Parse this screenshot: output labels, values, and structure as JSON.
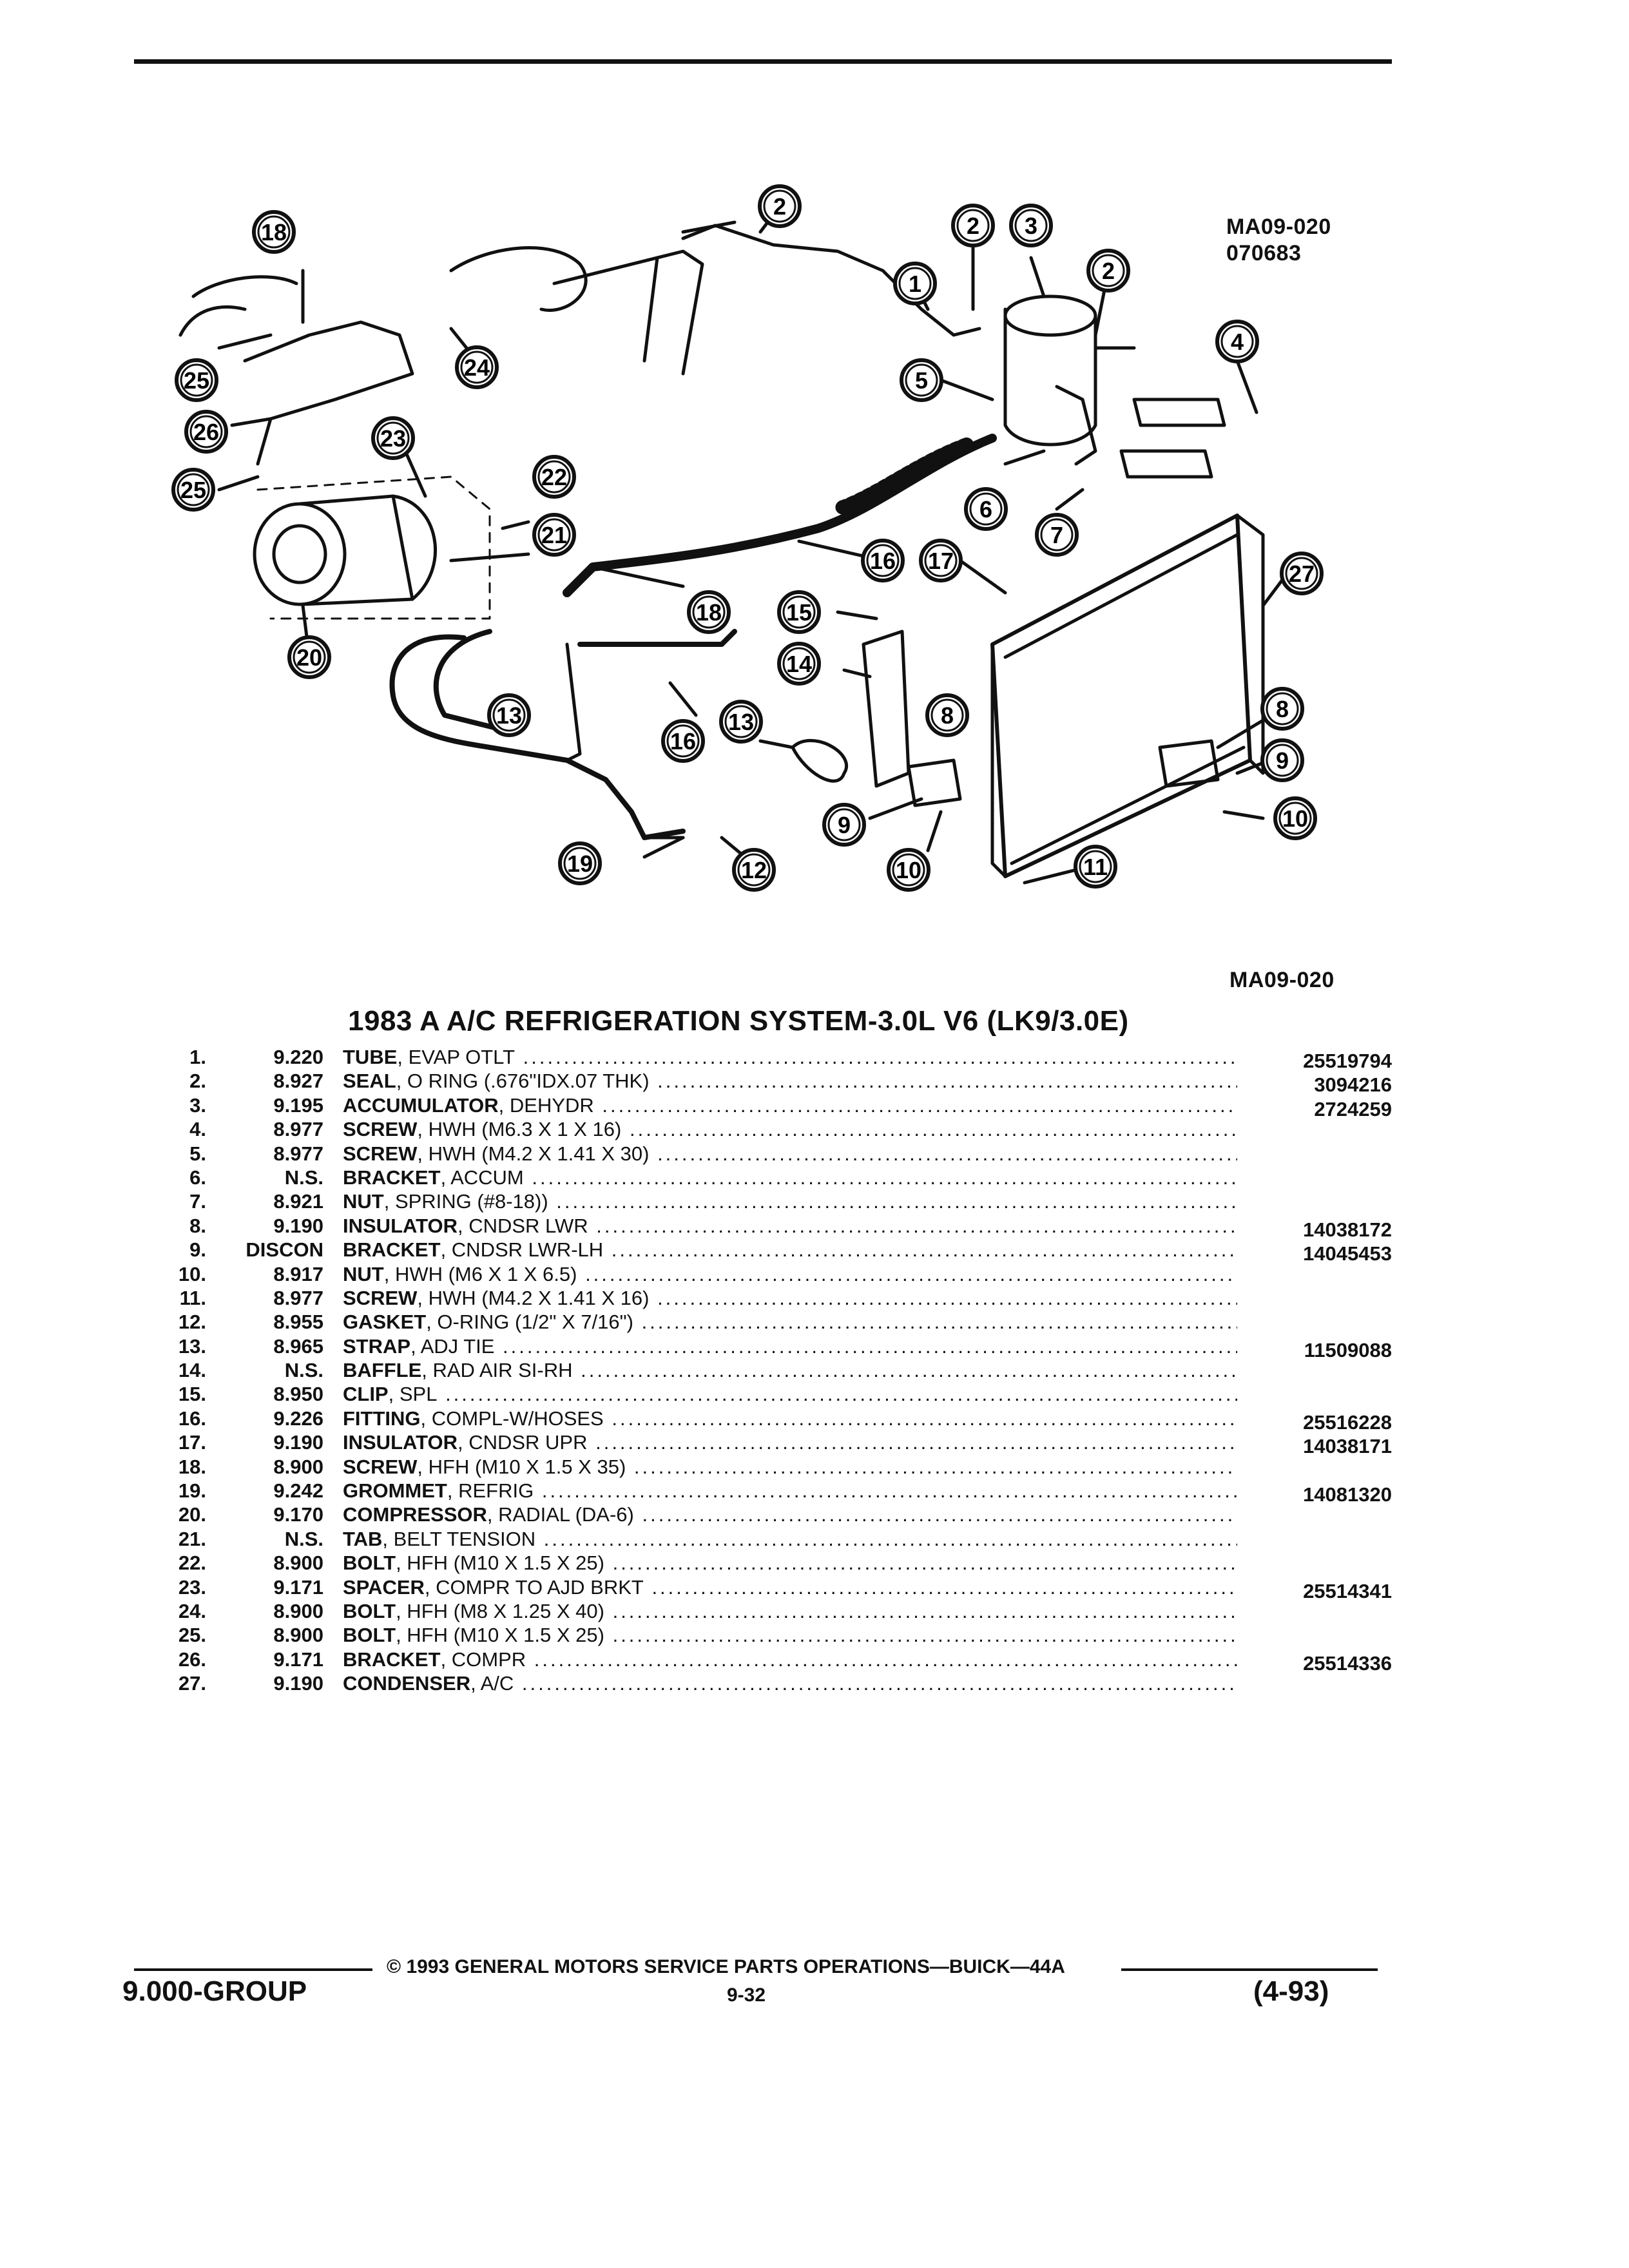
{
  "figure": {
    "code_top": "MA09-020",
    "code_date": "070683",
    "code_bottom": "MA09-020",
    "callouts": {
      "c1": "1",
      "c2a": "2",
      "c2b": "2",
      "c2c": "2",
      "c3": "3",
      "c4": "4",
      "c5": "5",
      "c6": "6",
      "c7": "7",
      "c8a": "8",
      "c8b": "8",
      "c9a": "9",
      "c9b": "9",
      "c10a": "10",
      "c10b": "10",
      "c11": "11",
      "c12": "12",
      "c13a": "13",
      "c13b": "13",
      "c14": "14",
      "c15": "15",
      "c16a": "16",
      "c16b": "16",
      "c17": "17",
      "c18a": "18",
      "c18b": "18",
      "c19": "19",
      "c20": "20",
      "c21": "21",
      "c22": "22",
      "c23": "23",
      "c24": "24",
      "c25a": "25",
      "c25b": "25",
      "c26": "26",
      "c27": "27"
    }
  },
  "table": {
    "title": "1983 A A/C REFRIGERATION SYSTEM-3.0L V6 (LK9/3.0E)",
    "rows": [
      {
        "no": "1.",
        "grp": "9.220",
        "name": "TUBE",
        "spec": ", EVAP OTLT",
        "pn": "25519794"
      },
      {
        "no": "2.",
        "grp": "8.927",
        "name": "SEAL",
        "spec": ", O RING (.676\"IDX.07 THK)",
        "pn": "3094216"
      },
      {
        "no": "3.",
        "grp": "9.195",
        "name": "ACCUMULATOR",
        "spec": ", DEHYDR",
        "pn": "2724259"
      },
      {
        "no": "4.",
        "grp": "8.977",
        "name": "SCREW",
        "spec": ", HWH (M6.3 X 1 X 16)",
        "pn": ""
      },
      {
        "no": "5.",
        "grp": "8.977",
        "name": "SCREW",
        "spec": ", HWH (M4.2 X 1.41 X 30)",
        "pn": ""
      },
      {
        "no": "6.",
        "grp": "N.S.",
        "name": "BRACKET",
        "spec": ", ACCUM",
        "pn": ""
      },
      {
        "no": "7.",
        "grp": "8.921",
        "name": "NUT",
        "spec": ", SPRING (#8-18))",
        "pn": ""
      },
      {
        "no": "8.",
        "grp": "9.190",
        "name": "INSULATOR",
        "spec": ", CNDSR LWR",
        "pn": "14038172"
      },
      {
        "no": "9.",
        "grp": "DISCON",
        "name": "BRACKET",
        "spec": ", CNDSR LWR-LH",
        "pn": "14045453"
      },
      {
        "no": "10.",
        "grp": "8.917",
        "name": "NUT",
        "spec": ", HWH (M6 X 1 X 6.5)",
        "pn": ""
      },
      {
        "no": "11.",
        "grp": "8.977",
        "name": "SCREW",
        "spec": ", HWH (M4.2 X 1.41 X 16)",
        "pn": ""
      },
      {
        "no": "12.",
        "grp": "8.955",
        "name": "GASKET",
        "spec": ", O-RING (1/2\" X 7/16\")",
        "pn": ""
      },
      {
        "no": "13.",
        "grp": "8.965",
        "name": "STRAP",
        "spec": ", ADJ TIE",
        "pn": "11509088"
      },
      {
        "no": "14.",
        "grp": "N.S.",
        "name": "BAFFLE",
        "spec": ", RAD AIR SI-RH",
        "pn": ""
      },
      {
        "no": "15.",
        "grp": "8.950",
        "name": "CLIP",
        "spec": ", SPL",
        "pn": ""
      },
      {
        "no": "16.",
        "grp": "9.226",
        "name": "FITTING",
        "spec": ", COMPL-W/HOSES",
        "pn": "25516228"
      },
      {
        "no": "17.",
        "grp": "9.190",
        "name": "INSULATOR",
        "spec": ", CNDSR UPR",
        "pn": "14038171"
      },
      {
        "no": "18.",
        "grp": "8.900",
        "name": "SCREW",
        "spec": ", HFH (M10 X 1.5 X 35)",
        "pn": ""
      },
      {
        "no": "19.",
        "grp": "9.242",
        "name": "GROMMET",
        "spec": ", REFRIG",
        "pn": "14081320"
      },
      {
        "no": "20.",
        "grp": "9.170",
        "name": "COMPRESSOR",
        "spec": ", RADIAL (DA-6)",
        "pn": ""
      },
      {
        "no": "21.",
        "grp": "N.S.",
        "name": "TAB",
        "spec": ", BELT TENSION",
        "pn": ""
      },
      {
        "no": "22.",
        "grp": "8.900",
        "name": "BOLT",
        "spec": ", HFH (M10 X 1.5 X 25)",
        "pn": ""
      },
      {
        "no": "23.",
        "grp": "9.171",
        "name": "SPACER",
        "spec": ", COMPR TO AJD BRKT",
        "pn": "25514341"
      },
      {
        "no": "24.",
        "grp": "8.900",
        "name": "BOLT",
        "spec": ", HFH (M8 X 1.25 X 40)",
        "pn": ""
      },
      {
        "no": "25.",
        "grp": "8.900",
        "name": "BOLT",
        "spec": ", HFH (M10 X 1.5 X 25)",
        "pn": ""
      },
      {
        "no": "26.",
        "grp": "9.171",
        "name": "BRACKET",
        "spec": ", COMPR",
        "pn": "25514336"
      },
      {
        "no": "27.",
        "grp": "9.190",
        "name": "CONDENSER",
        "spec": ", A/C",
        "pn": ""
      }
    ]
  },
  "footer": {
    "copyright": "© 1993 GENERAL MOTORS SERVICE PARTS OPERATIONS—BUICK—44A",
    "group": "9.000-GROUP",
    "page": "9-32",
    "date": "(4-93)"
  }
}
